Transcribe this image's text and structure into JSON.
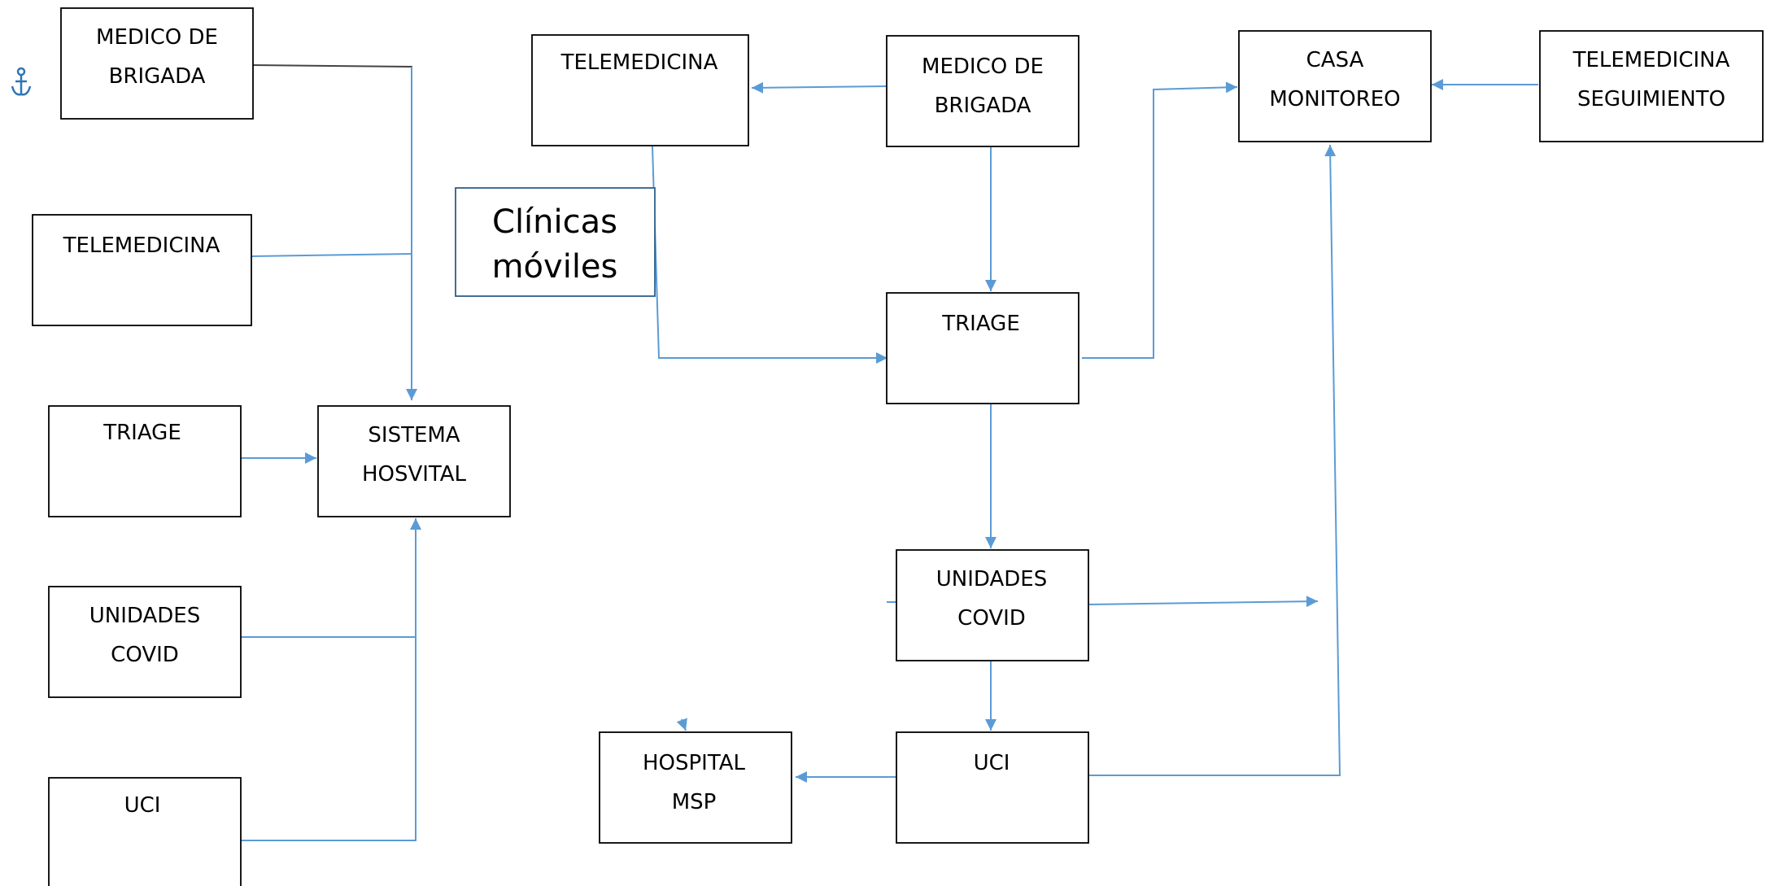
{
  "diagram": {
    "line_color": "#5b9bd5",
    "box_border_color": "#000000",
    "anchor_icon": "anchor-icon",
    "left": {
      "medico_brigada": [
        "MEDICO DE",
        "BRIGADA"
      ],
      "telemedicina": [
        "TELEMEDICINA"
      ],
      "triage": [
        "TRIAGE"
      ],
      "unidades_covid": [
        "UNIDADES",
        "COVID"
      ],
      "uci": [
        "UCI"
      ],
      "sistema_hosvital": [
        "SISTEMA",
        "HOSVITAL"
      ]
    },
    "right": {
      "telemedicina": [
        "TELEMEDICINA"
      ],
      "clinicas_moviles": [
        "Clínicas",
        "móviles"
      ],
      "medico_brigada": [
        "MEDICO DE",
        "BRIGADA"
      ],
      "casa_monitoreo": [
        "CASA",
        "MONITOREO"
      ],
      "telemedicina_seguimiento": [
        "TELEMEDICINA",
        "SEGUIMIENTO"
      ],
      "triage": [
        "TRIAGE"
      ],
      "unidades_covid": [
        "UNIDADES",
        "COVID"
      ],
      "uci": [
        "UCI"
      ],
      "hospital_msp": [
        "HOSPITAL",
        "MSP"
      ]
    }
  }
}
